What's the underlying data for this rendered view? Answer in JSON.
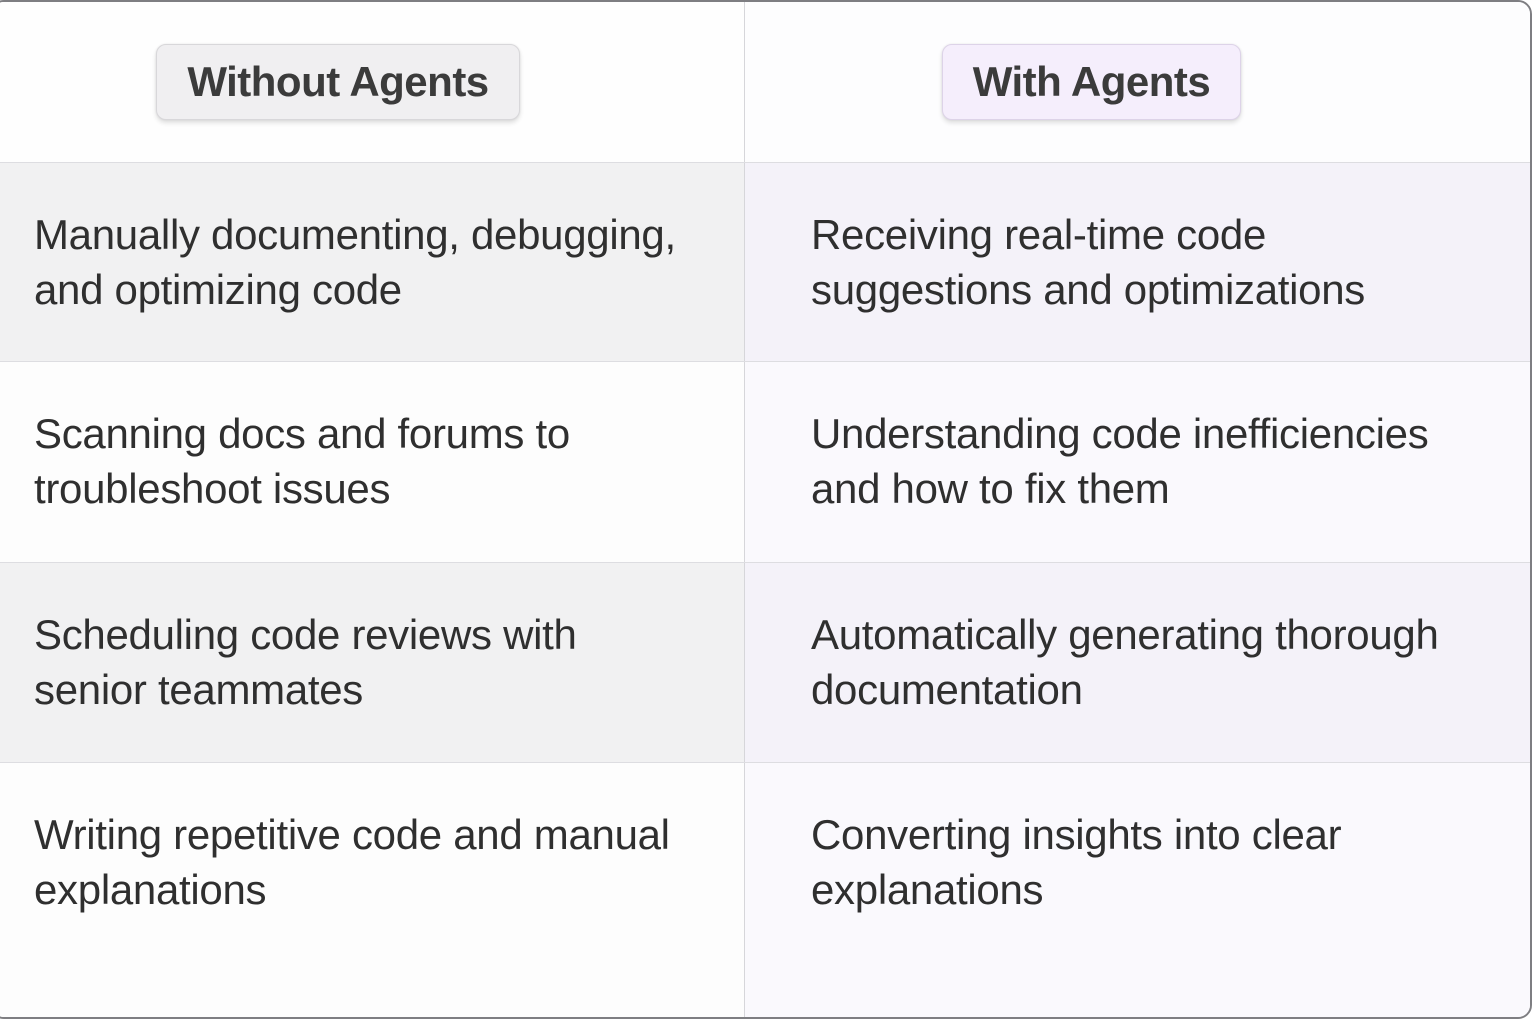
{
  "chart_data": {
    "type": "table",
    "title": "",
    "columns": [
      "Without Agents",
      "With Agents"
    ],
    "rows": [
      [
        "Manually documenting, debugging, and optimizing code",
        "Receiving real-time code suggestions and optimizations"
      ],
      [
        "Scanning docs and forums to troubleshoot issues",
        "Understanding code inefficiencies and how to fix them"
      ],
      [
        "Scheduling code reviews with senior teammates",
        "Automatically generating thorough documentation"
      ],
      [
        "Writing repetitive code and manual explanations",
        "Converting insights into clear explanations"
      ]
    ]
  },
  "colors": {
    "outer_border": "#7e7e82",
    "divider": "#dddde1",
    "col_divider": "#d6d6da",
    "cell_gray": "#f1f1f2",
    "cell_lavender": "#f4f2f9",
    "cell_lavender_light": "#faf9fd",
    "badge_without_bg": "#f0eff1",
    "badge_with_bg": "#f5eefc",
    "text": "#2f2f2f"
  }
}
